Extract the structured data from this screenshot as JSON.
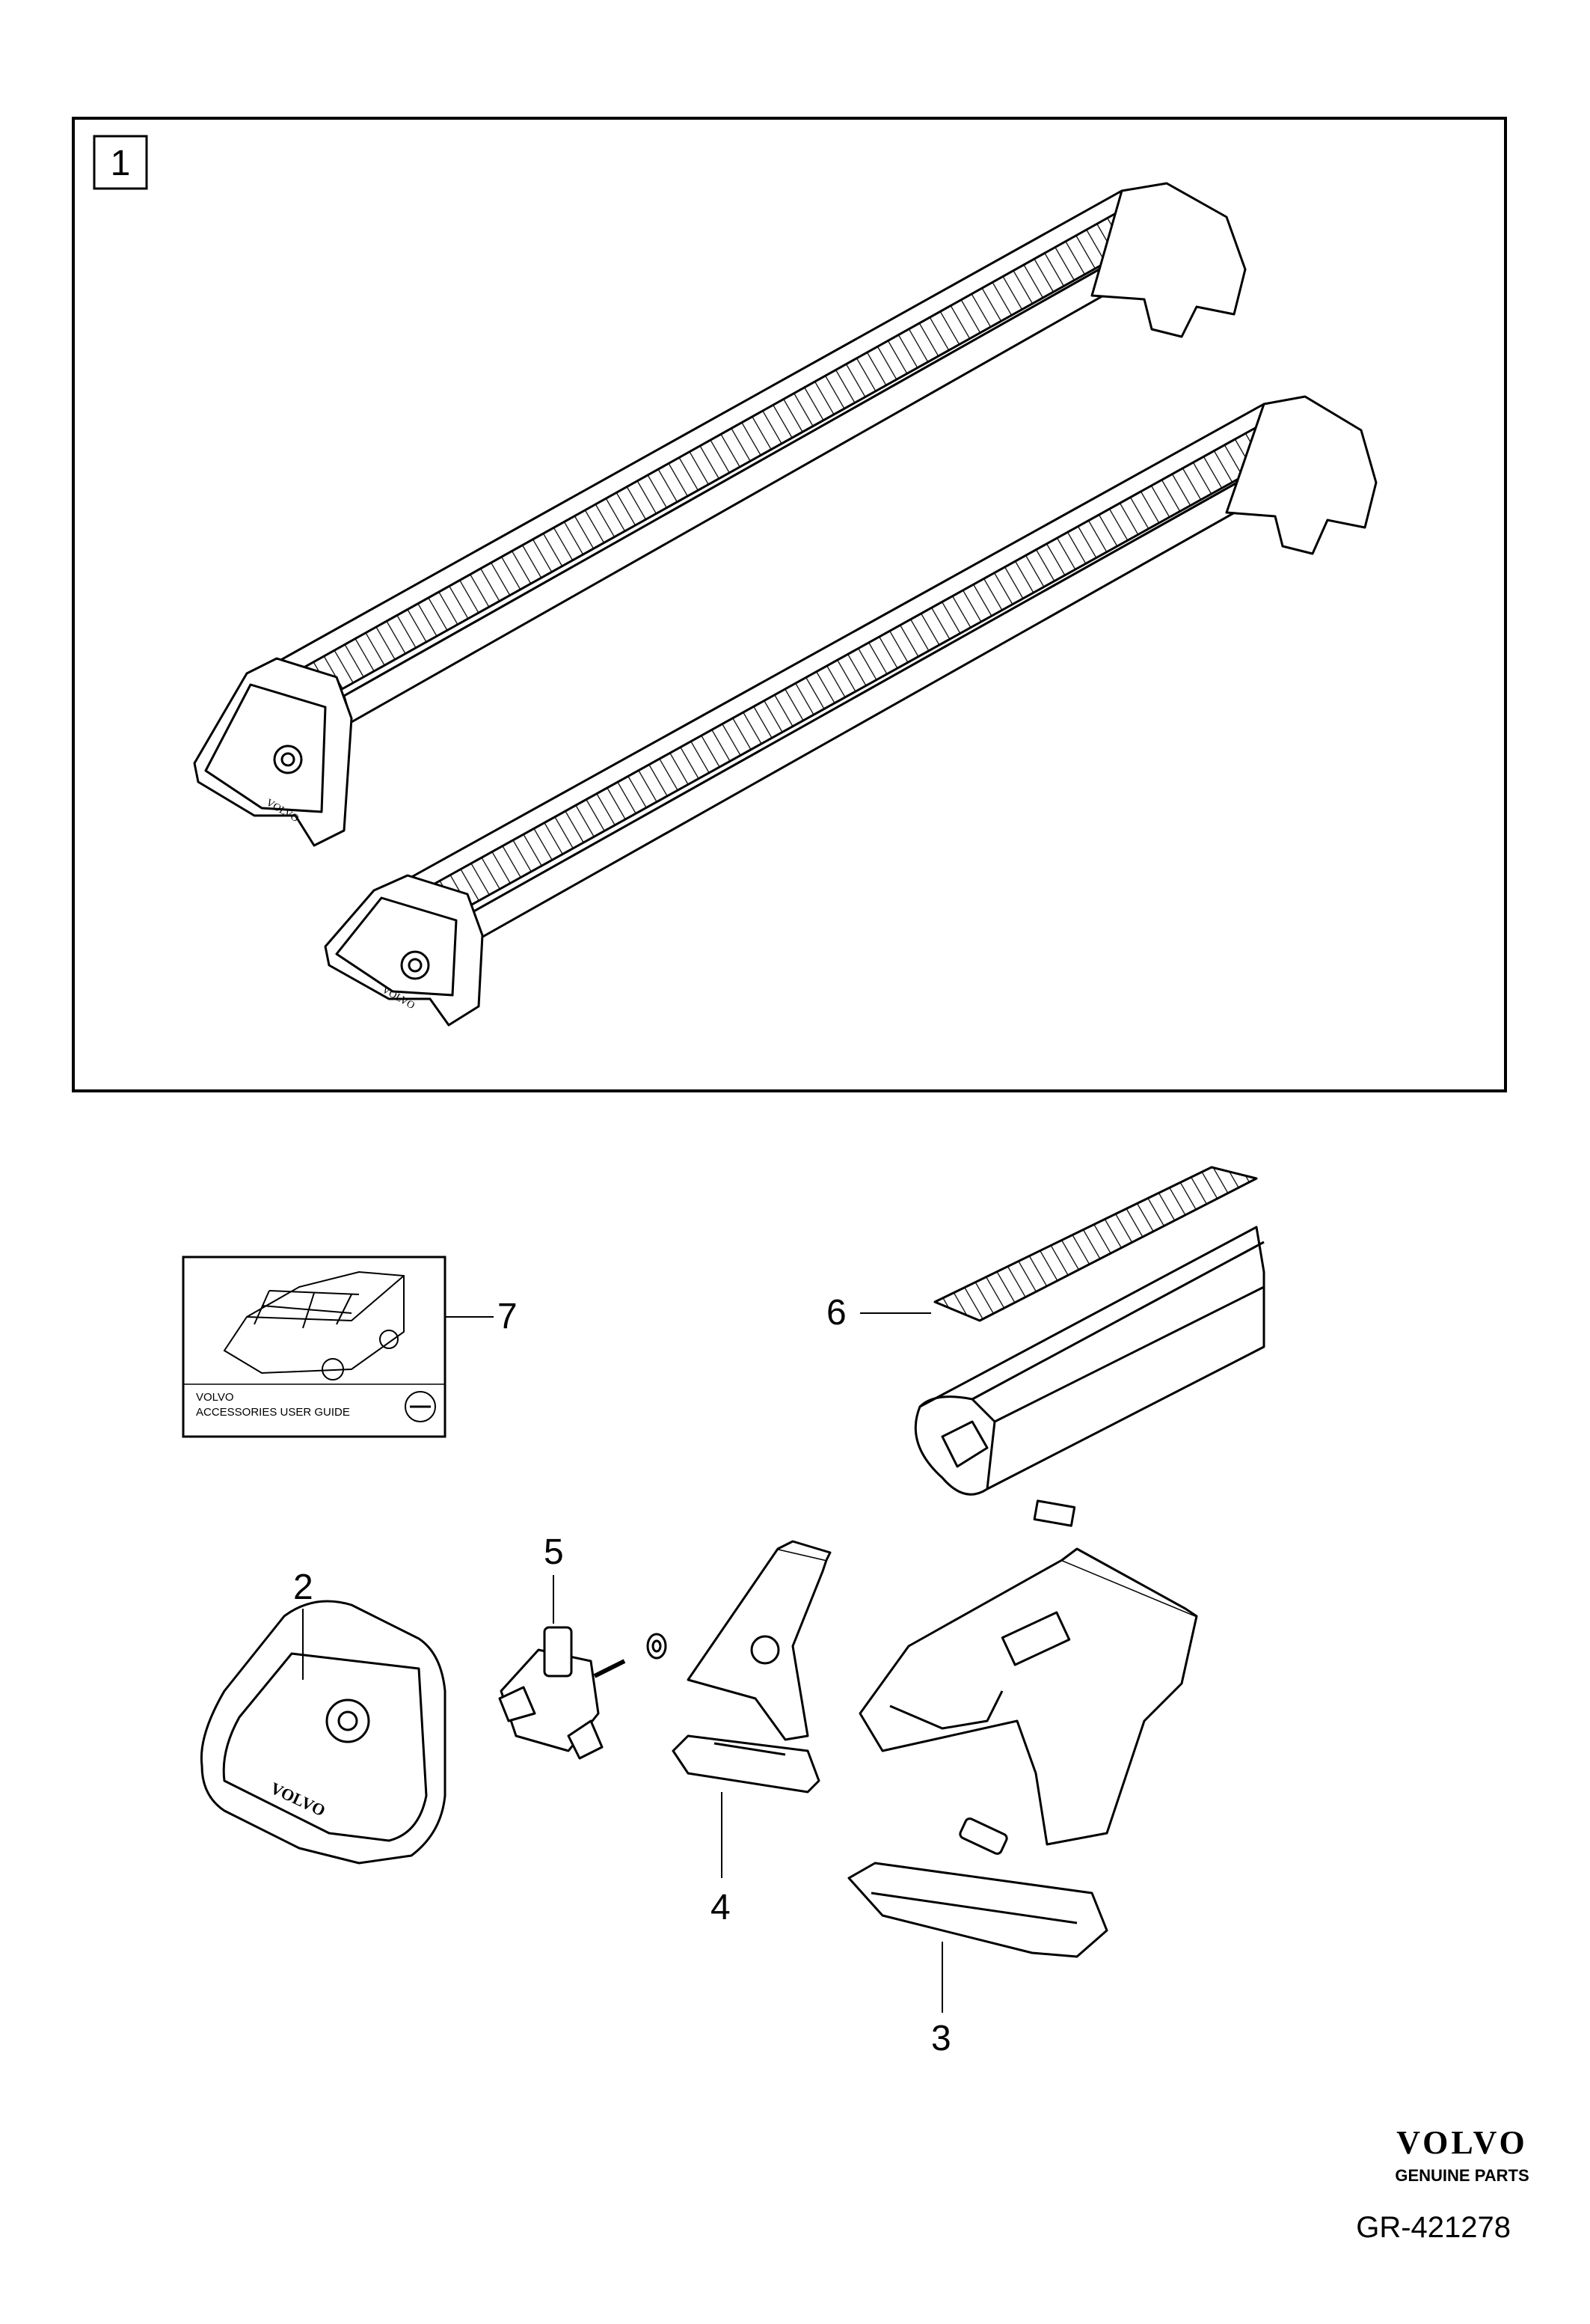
{
  "box_label": "1",
  "callouts": {
    "c2": "2",
    "c3": "3",
    "c4": "4",
    "c5": "5",
    "c6": "6",
    "c7": "7"
  },
  "guide": {
    "line1": "VOLVO",
    "line2": "ACCESSORIES USER GUIDE"
  },
  "brand": {
    "logo": "VOLVO",
    "tagline": "GENUINE PARTS"
  },
  "bar_logo": "VOLVO",
  "cover_logo": "VOLVO",
  "figure_id": "GR-421278",
  "colors": {
    "line": "#000000",
    "background": "#ffffff",
    "fill": "#f2f2f2"
  }
}
